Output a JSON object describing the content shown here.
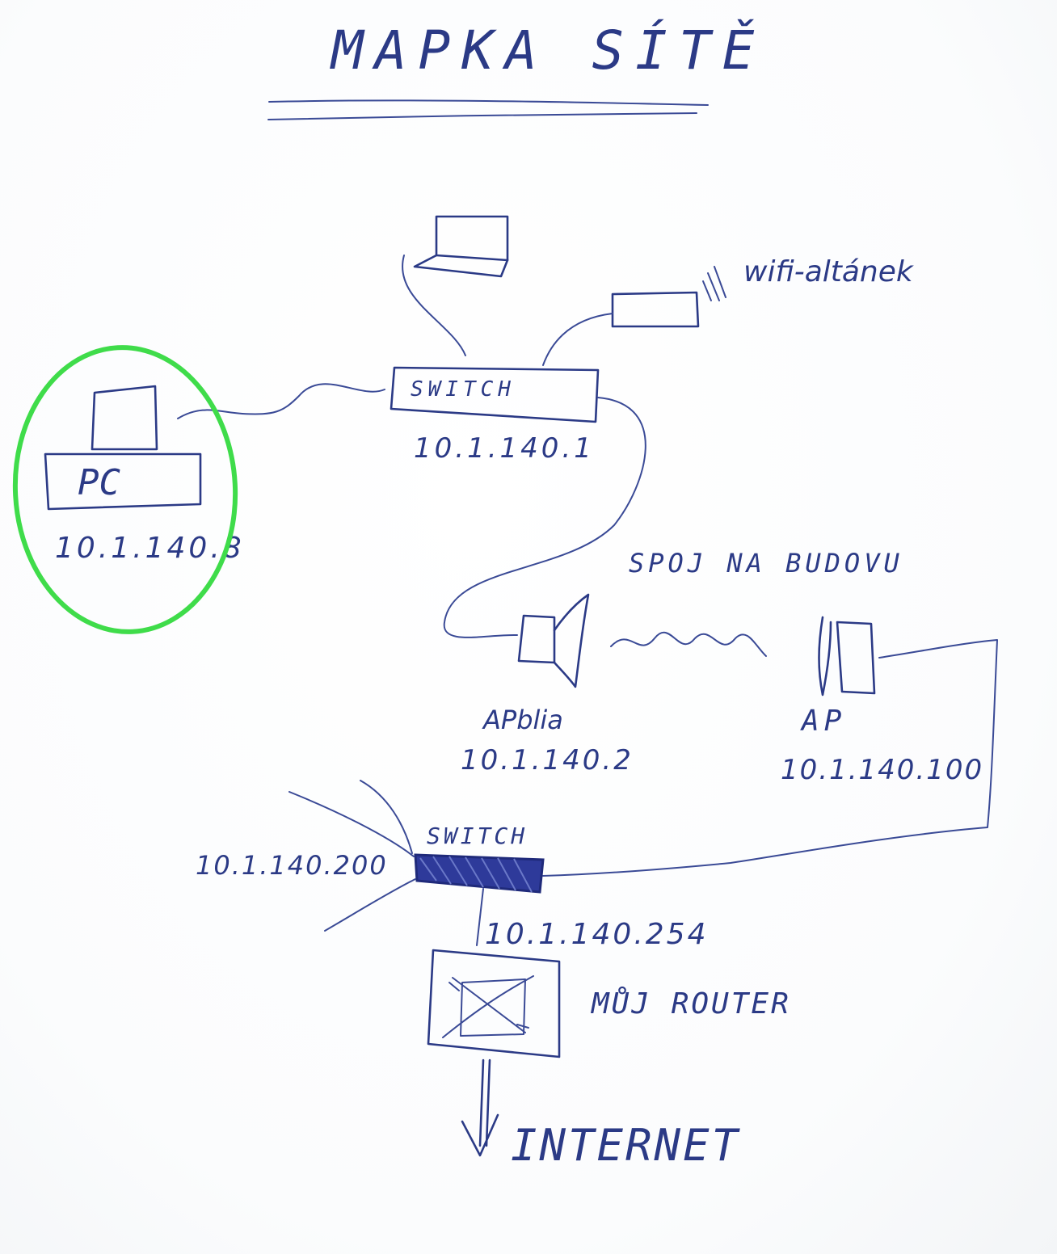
{
  "title": "MAPKA SÍTĚ",
  "nodes": {
    "switch_top": {
      "label": "SWITCH",
      "ip": "10.1.140.1"
    },
    "pc": {
      "label": "PC",
      "ip": "10.1.140.8"
    },
    "wifi": {
      "label": "wifi-altánek"
    },
    "link": {
      "label": "SPOJ NA BUDOVU"
    },
    "ap_left": {
      "label": "APblia",
      "ip": "10.1.140.2"
    },
    "ap_right": {
      "label": "AP",
      "ip": "10.1.140.100"
    },
    "switch_bottom": {
      "label": "SWITCH",
      "ip": "10.1.140.200"
    },
    "router": {
      "label": "MŮJ ROUTER",
      "ip": "10.1.140.254"
    },
    "internet": {
      "label": "INTERNET"
    }
  },
  "colors": {
    "ink": "#2b3a86",
    "highlight": "#3fdc4a"
  }
}
